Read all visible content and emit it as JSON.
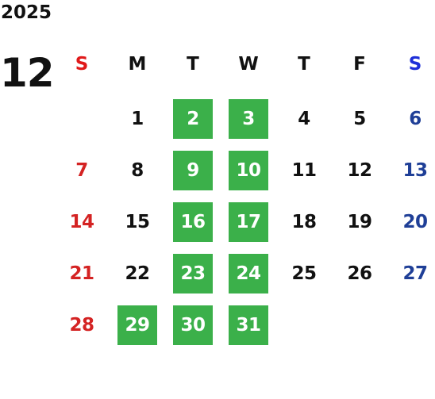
{
  "calendar": {
    "year": "2025",
    "month": "12",
    "weekdays": [
      {
        "label": "S",
        "color": "#e0191a"
      },
      {
        "label": "M",
        "color": "#111111"
      },
      {
        "label": "T",
        "color": "#111111"
      },
      {
        "label": "W",
        "color": "#111111"
      },
      {
        "label": "T",
        "color": "#111111"
      },
      {
        "label": "F",
        "color": "#111111"
      },
      {
        "label": "S",
        "color": "#1e2fd8"
      }
    ],
    "colors": {
      "sunday": "#d42323",
      "saturday": "#1f3f97",
      "weekday": "#111111",
      "highlight_bg": "#3bb04a",
      "highlight_text": "#ffffff"
    },
    "weeks": [
      [
        {
          "day": "",
          "highlight": false
        },
        {
          "day": "1",
          "highlight": false
        },
        {
          "day": "2",
          "highlight": true
        },
        {
          "day": "3",
          "highlight": true
        },
        {
          "day": "4",
          "highlight": false
        },
        {
          "day": "5",
          "highlight": false
        },
        {
          "day": "6",
          "highlight": false
        }
      ],
      [
        {
          "day": "7",
          "highlight": false
        },
        {
          "day": "8",
          "highlight": false
        },
        {
          "day": "9",
          "highlight": true
        },
        {
          "day": "10",
          "highlight": true
        },
        {
          "day": "11",
          "highlight": false
        },
        {
          "day": "12",
          "highlight": false
        },
        {
          "day": "13",
          "highlight": false
        }
      ],
      [
        {
          "day": "14",
          "highlight": false
        },
        {
          "day": "15",
          "highlight": false
        },
        {
          "day": "16",
          "highlight": true
        },
        {
          "day": "17",
          "highlight": true
        },
        {
          "day": "18",
          "highlight": false
        },
        {
          "day": "19",
          "highlight": false
        },
        {
          "day": "20",
          "highlight": false
        }
      ],
      [
        {
          "day": "21",
          "highlight": false
        },
        {
          "day": "22",
          "highlight": false
        },
        {
          "day": "23",
          "highlight": true
        },
        {
          "day": "24",
          "highlight": true
        },
        {
          "day": "25",
          "highlight": false
        },
        {
          "day": "26",
          "highlight": false
        },
        {
          "day": "27",
          "highlight": false
        }
      ],
      [
        {
          "day": "28",
          "highlight": false
        },
        {
          "day": "29",
          "highlight": true
        },
        {
          "day": "30",
          "highlight": true
        },
        {
          "day": "31",
          "highlight": true
        },
        {
          "day": "",
          "highlight": false
        },
        {
          "day": "",
          "highlight": false
        },
        {
          "day": "",
          "highlight": false
        }
      ]
    ]
  }
}
